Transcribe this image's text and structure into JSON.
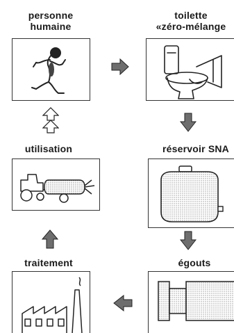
{
  "nodes": {
    "human": {
      "line1": "personne",
      "line2": "humaine"
    },
    "toilet": {
      "line1": "toilette",
      "line2": "«zéro-mélange"
    },
    "tank": {
      "label": "réservoir SNA"
    },
    "sewer": {
      "label": "égouts"
    },
    "treatment": {
      "label": "traitement"
    },
    "use": {
      "label": "utilisation"
    }
  },
  "icons": {
    "human": "running-person-icon",
    "toilet": "toilet-icon",
    "tank": "storage-tank-icon",
    "sewer": "sewer-pipe-icon",
    "treatment": "factory-icon",
    "use": "tractor-spreader-icon"
  },
  "colors": {
    "arrow_dark": "#6e6e6e",
    "outline": "#333333",
    "stipple": "#cfcfcf"
  }
}
